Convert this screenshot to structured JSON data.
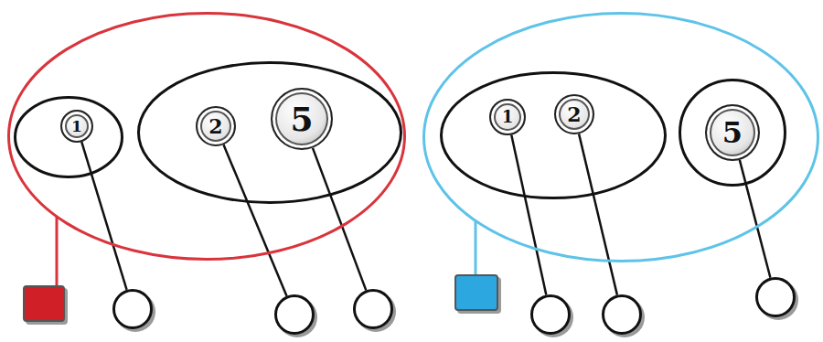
{
  "diagram": {
    "nodes": [
      {
        "text": []
      },
      {
        "text": [],
        "in": 0
      },
      {
        "text": [
          "1"
        ],
        "in": 1
      },
      {
        "text": [],
        "in": 0
      },
      {
        "text": [
          "2"
        ],
        "in": 3
      },
      {
        "text": [
          "5"
        ],
        "in": 3
      },
      {
        "text": []
      },
      {
        "text": [],
        "in": 6
      },
      {
        "text": [
          "1"
        ],
        "in": 7
      },
      {
        "text": [
          "2"
        ],
        "in": 7
      },
      {
        "text": [],
        "in": 6
      },
      {
        "text": [
          "5"
        ],
        "in": 10
      },
      {
        "text": []
      },
      {
        "text": []
      },
      {
        "text": []
      },
      {
        "text": []
      },
      {
        "text": []
      },
      {
        "text": []
      },
      {
        "text": []
      },
      {
        "text": []
      }
    ],
    "edges": [
      {
        "from": 12,
        "to": 0,
        "arrow": "none"
      },
      {
        "from": 2,
        "to": 13,
        "arrow": "none"
      },
      {
        "from": 4,
        "to": 14,
        "arrow": "none"
      },
      {
        "from": 5,
        "to": 15,
        "arrow": "none"
      },
      {
        "from": 16,
        "to": 6,
        "arrow": "none"
      },
      {
        "from": 8,
        "to": 17,
        "arrow": "none"
      },
      {
        "from": 9,
        "to": 18,
        "arrow": "none"
      },
      {
        "from": 11,
        "to": 19,
        "arrow": "none"
      }
    ]
  }
}
